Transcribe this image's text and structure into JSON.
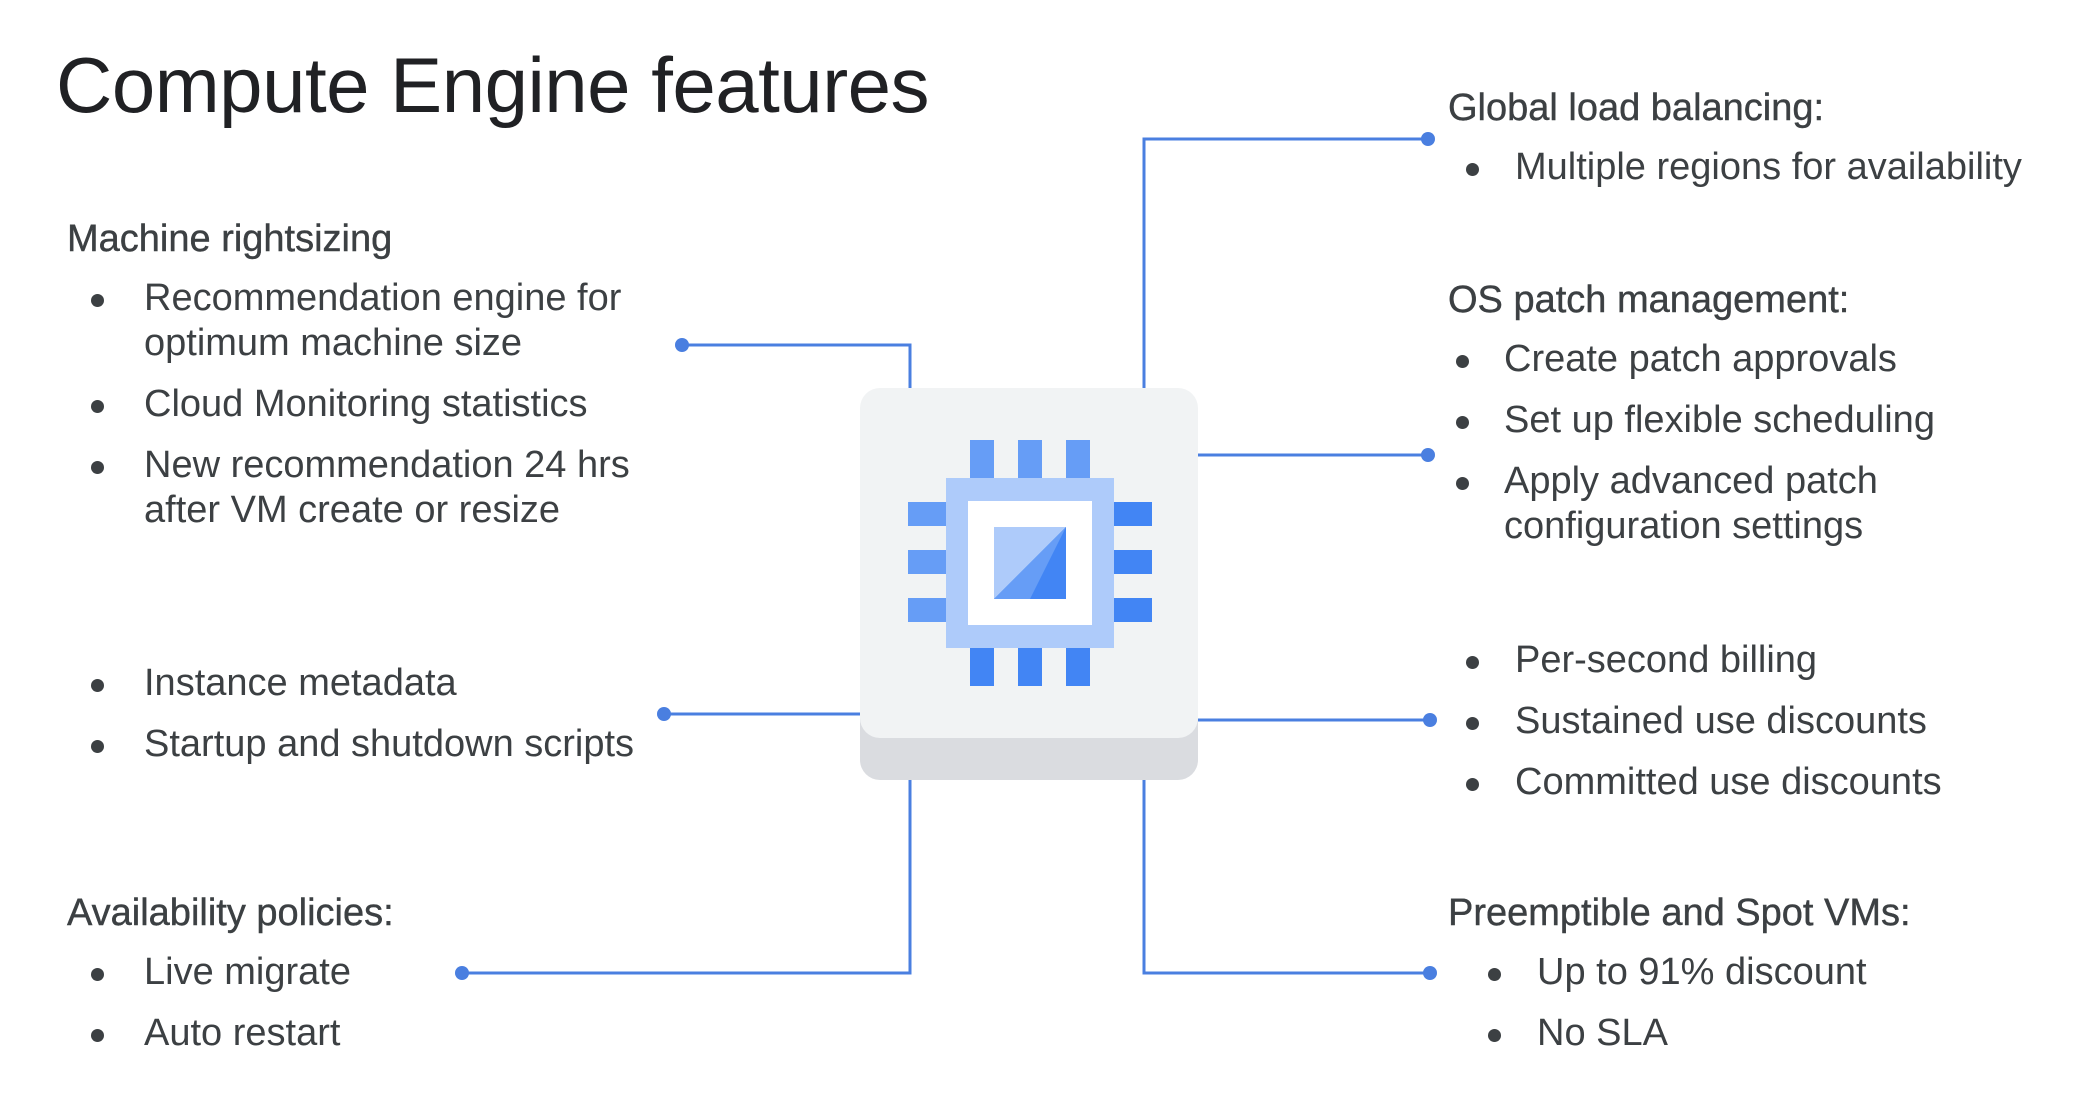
{
  "title": "Compute Engine features",
  "colors": {
    "connector": "#4a7fe0",
    "chip_dark": "#4285f4",
    "chip_mid": "#669df6",
    "chip_light": "#aecbfa",
    "card": "#f1f3f4",
    "card_shadow": "#dadce0"
  },
  "center_icon": "compute-engine-chip-icon",
  "groups": {
    "machine_rightsizing": {
      "heading": "Machine rightsizing",
      "items": [
        [
          "Recommendation engine for",
          "optimum machine size"
        ],
        [
          "Cloud Monitoring statistics"
        ],
        [
          "New recommendation 24 hrs",
          "after VM create or resize"
        ]
      ]
    },
    "metadata": {
      "items": [
        [
          "Instance metadata"
        ],
        [
          "Startup and shutdown scripts"
        ]
      ]
    },
    "availability": {
      "heading": "Availability policies:",
      "items": [
        [
          "Live migrate"
        ],
        [
          "Auto restart"
        ]
      ]
    },
    "load_balancing": {
      "heading": "Global load balancing:",
      "items": [
        [
          "Multiple regions for availability"
        ]
      ]
    },
    "os_patch": {
      "heading": "OS patch management:",
      "items": [
        [
          "Create patch approvals"
        ],
        [
          "Set up flexible scheduling"
        ],
        [
          "Apply advanced patch",
          "configuration settings"
        ]
      ]
    },
    "billing": {
      "items": [
        [
          "Per-second billing"
        ],
        [
          "Sustained use discounts"
        ],
        [
          "Committed use discounts"
        ]
      ]
    },
    "preemptible": {
      "heading": "Preemptible and Spot VMs:",
      "items": [
        [
          "Up to 91% discount"
        ],
        [
          "No SLA"
        ]
      ]
    }
  }
}
